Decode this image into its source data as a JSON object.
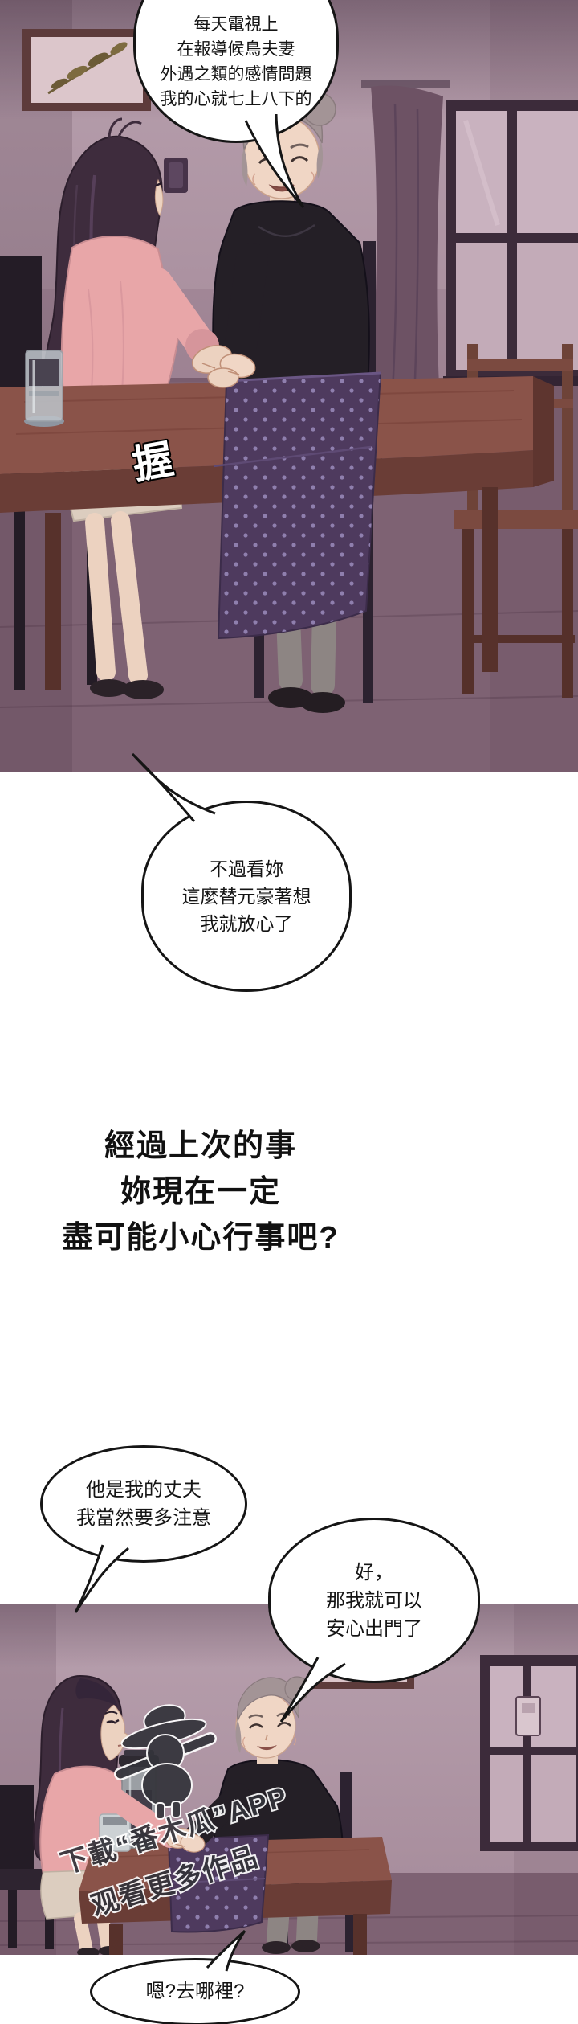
{
  "comic": {
    "bubble1": {
      "lines": [
        "每天電視上",
        "在報導候鳥夫妻",
        "外遇之類的感情問題",
        "我的心就七上八下的"
      ]
    },
    "bubble2": {
      "lines": [
        "不過看妳",
        "這麼替元豪著想",
        "我就放心了"
      ]
    },
    "narration": {
      "lines": [
        "經過上次的事",
        "妳現在一定",
        "盡可能小心行事吧?"
      ]
    },
    "bubble3": {
      "lines": [
        "他是我的丈夫",
        "我當然要多注意"
      ]
    },
    "bubble4": {
      "lines": [
        "好，",
        "那我就可以",
        "安心出門了"
      ]
    },
    "bubble5": {
      "lines": [
        "嗯?去哪裡?"
      ]
    },
    "sfx_grip": "握"
  },
  "watermark": {
    "line1": "下載“番木瓜”APP",
    "line2": "观看更多作品"
  },
  "colors": {
    "wall": "#b29aa8",
    "floor": "#7e6273",
    "table": "#8a5349",
    "runner": "#4e3a5e",
    "hair_young": "#3e2c3d",
    "hair_old": "#a39496",
    "top_young": "#e8a6a8",
    "top_old": "#241f26",
    "skin": "#ecd2c0",
    "bubble_border": "#151515",
    "watermark_text": "#33333a"
  }
}
